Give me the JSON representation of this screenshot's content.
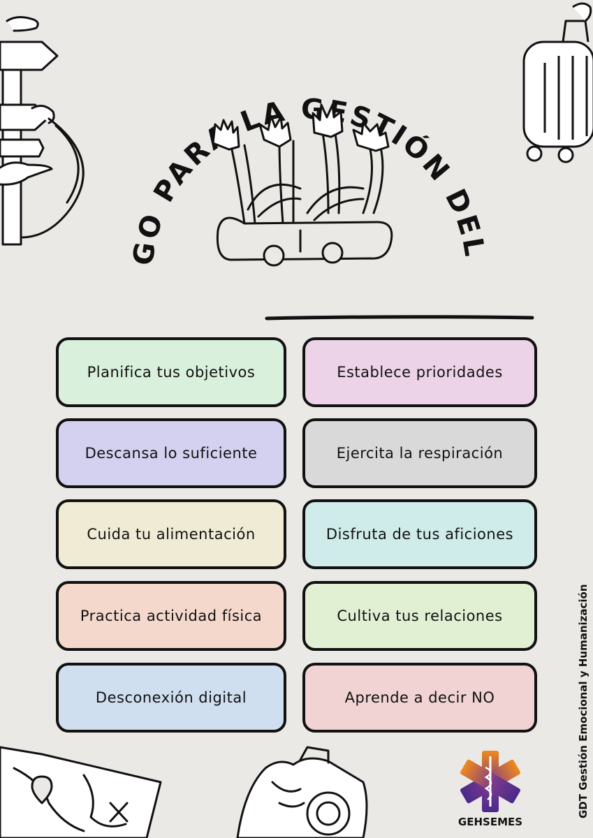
{
  "title": "DECÁLOGO PARA LA GESTIÓN DEL ESTRÉS",
  "tips": [
    {
      "label": "Planifica tus objetivos",
      "color": "#d8f0dc"
    },
    {
      "label": "Establece prioridades",
      "color": "#ecd3e8"
    },
    {
      "label": "Descansa lo suficiente",
      "color": "#d4d1f0"
    },
    {
      "label": "Ejercita la respiración",
      "color": "#d9d9d9"
    },
    {
      "label": "Cuida tu alimentación",
      "color": "#efebd4"
    },
    {
      "label": "Disfruta de tus aficiones",
      "color": "#cfecea"
    },
    {
      "label": "Practica actividad física",
      "color": "#f4d8cc"
    },
    {
      "label": "Cultiva tus relaciones",
      "color": "#e1efd3"
    },
    {
      "label": "Desconexión digital",
      "color": "#cfdff0"
    },
    {
      "label": "Aprende a decir NO",
      "color": "#f1d3d3"
    }
  ],
  "side_credit": "GDT Gestión Emocional y Humanización",
  "logo": {
    "name": "star-of-life-logo",
    "text": "GEHSEMES",
    "colors": [
      "#f08a1c",
      "#5a2a8c"
    ]
  },
  "background": "#ebe9e6"
}
